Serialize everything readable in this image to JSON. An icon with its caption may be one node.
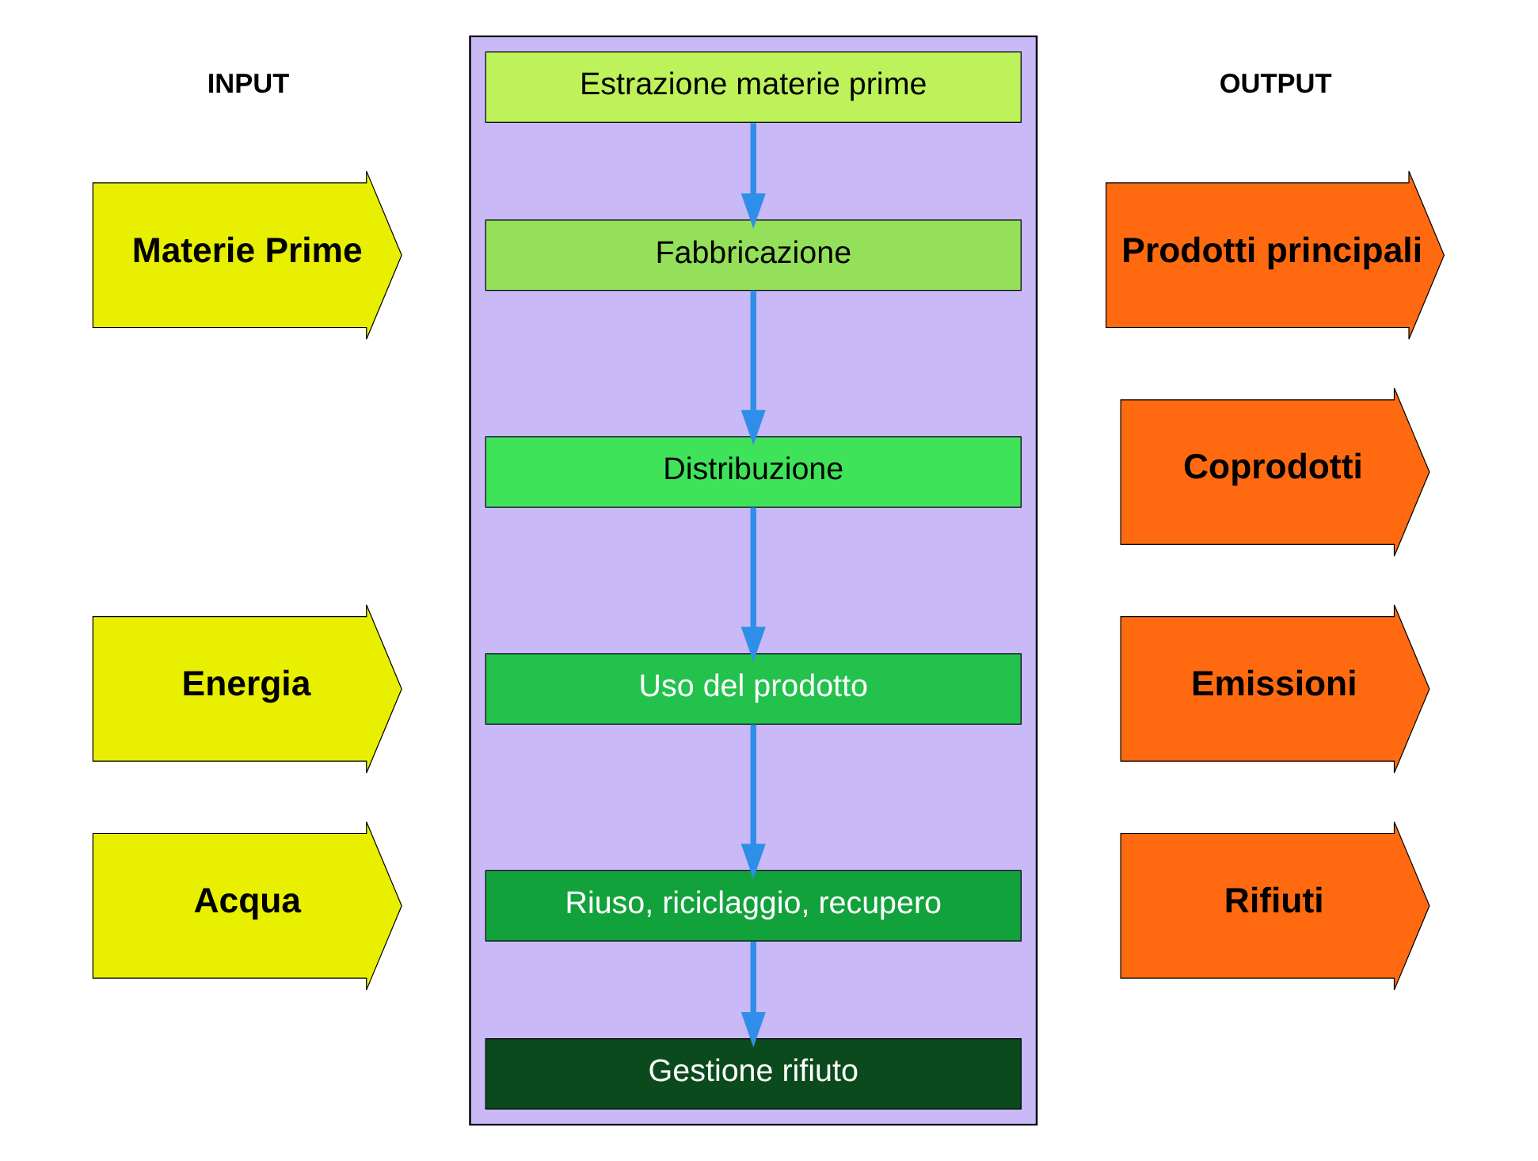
{
  "diagram": {
    "nodes": [
      {
        "text": [],
        "shape": "box"
      },
      {
        "text": [
          "Estrazione materie prime"
        ],
        "in": 0
      },
      {
        "text": [
          "Fabbricazione"
        ],
        "in": 0
      },
      {
        "text": [
          "Distribuzione"
        ],
        "in": 0
      },
      {
        "text": [
          "Uso del prodotto"
        ],
        "in": 0
      },
      {
        "text": [
          "Riuso, riciclaggio, recupero"
        ],
        "in": 0
      },
      {
        "text": [
          "Gestione rifiuto"
        ],
        "in": 0
      },
      {
        "text": [
          "Materie Prime"
        ]
      },
      {
        "text": [
          "Energia"
        ]
      },
      {
        "text": [
          "Acqua"
        ]
      },
      {
        "text": [
          "Prodotti principali"
        ]
      },
      {
        "text": [
          "Coprodotti"
        ]
      },
      {
        "text": [
          "Emissioni"
        ]
      },
      {
        "text": [
          "Rifiuti"
        ]
      }
    ],
    "edges": [
      {
        "from": 1,
        "to": 2,
        "arrow": "to"
      },
      {
        "from": 2,
        "to": 3,
        "arrow": "to"
      },
      {
        "from": 3,
        "to": 4,
        "arrow": "to"
      },
      {
        "from": 4,
        "to": 5,
        "arrow": "to"
      },
      {
        "from": 5,
        "to": 6,
        "arrow": "to"
      }
    ],
    "labels": [
      "INPUT",
      "OUTPUT"
    ]
  }
}
